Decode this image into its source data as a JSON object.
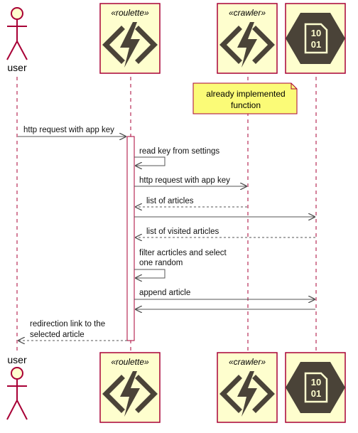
{
  "participants": {
    "user": {
      "label": "user"
    },
    "roulette": {
      "stereotype": "«roulette»",
      "icon": "azure-function-icon"
    },
    "crawler": {
      "stereotype": "«crawler»",
      "icon": "azure-function-icon"
    },
    "storage": {
      "icon": "binary-storage-icon",
      "icon_text_top": "10",
      "icon_text_bottom": "01"
    }
  },
  "note": {
    "line1": "already implemented",
    "line2": "function"
  },
  "messages": {
    "m1": "http request with app key",
    "m2": "read key from settings",
    "m3": "http request with app key",
    "m4": "list of articles",
    "m6": "list of visited articles",
    "m7a": "filter acrticles and select",
    "m7b": "one random",
    "m8": "append article",
    "m10a": "redirection link to the",
    "m10b": "selected article"
  },
  "colors": {
    "participant_fill": "#FEFECE",
    "participant_border": "#A80036",
    "note_fill": "#FBFB77",
    "lifeline": "#A80036",
    "arrow": "#555555",
    "icon": "#4A4338"
  }
}
